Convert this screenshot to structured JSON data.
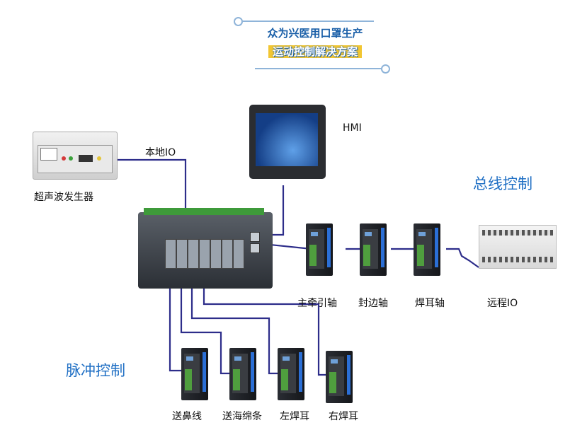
{
  "title": {
    "line1": "众为兴医用口罩生产",
    "line2": "运动控制解决方案"
  },
  "labels": {
    "local_io": "本地IO",
    "hmi": "HMI",
    "ultrasonic": "超声波发生器",
    "bus_control": "总线控制",
    "pulse_control": "脉冲控制",
    "bus_axes": [
      "主牵引轴",
      "封边轴",
      "焊耳轴",
      "远程IO"
    ],
    "pulse_axes": [
      "送鼻线",
      "送海绵条",
      "左焊耳",
      "右焊耳"
    ]
  },
  "colors": {
    "wire": "#2d2d8a",
    "accent_blue": "#1f6fc4"
  }
}
